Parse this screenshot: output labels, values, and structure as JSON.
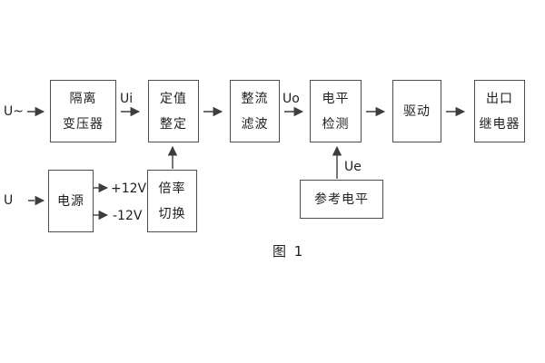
{
  "diagram": {
    "caption": "图 1",
    "inputs": {
      "ac_label": "U~",
      "dc_label": "U"
    },
    "signals": {
      "ui": "Ui",
      "uo": "Uo",
      "ue": "Ue",
      "plus_12v": "+12V",
      "minus_12v": "-12V"
    },
    "blocks": {
      "isolation_transformer": {
        "lines": [
          "隔离",
          "变压器"
        ]
      },
      "setting_adjust": {
        "lines": [
          "定值",
          "整定"
        ]
      },
      "rectify_filter": {
        "lines": [
          "整流",
          "滤波"
        ]
      },
      "level_detect": {
        "lines": [
          "电平",
          "检测"
        ]
      },
      "driver": {
        "lines": [
          "驱动"
        ]
      },
      "output_relay": {
        "lines": [
          "出口",
          "继电器"
        ]
      },
      "power_supply": {
        "lines": [
          "电源"
        ]
      },
      "ratio_switch": {
        "lines": [
          "倍率",
          "切换"
        ]
      },
      "reference_level": {
        "lines": [
          "参考电平"
        ]
      }
    },
    "colors": {
      "background": "#ffffff",
      "line": "#3d3d3d",
      "box_border": "#4d4d4d",
      "text": "#1f1f1f"
    }
  }
}
